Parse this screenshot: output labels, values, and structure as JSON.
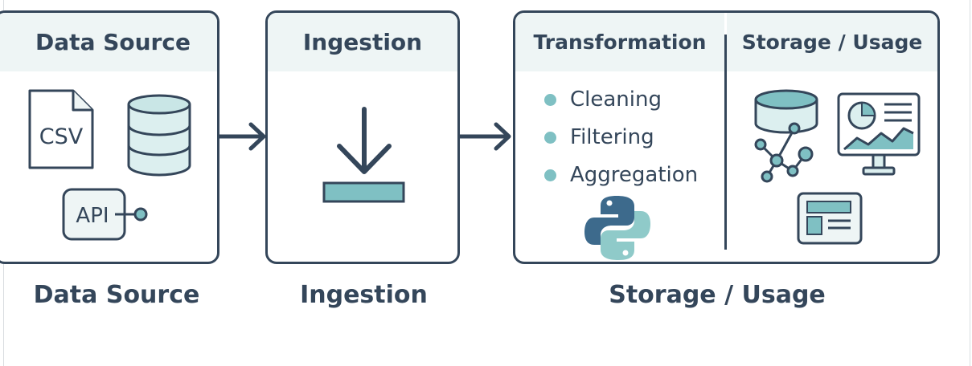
{
  "boxes": {
    "data_source": {
      "title": "Data Source",
      "icons": {
        "csv_label": "CSV",
        "api_label": "API"
      }
    },
    "ingestion": {
      "title": "Ingestion"
    },
    "processing": {
      "transformation_title": "Transformation",
      "transformation_steps": [
        "Cleaning",
        "Filtering",
        "Aggregation"
      ],
      "storage_title": "Storage / Usage"
    }
  },
  "bottom_labels": {
    "data_source": "Data Source",
    "ingestion": "Ingestion",
    "storage_usage": "Storage / Usage"
  },
  "colors": {
    "stroke": "#34465a",
    "accent_teal": "#7fc0c3",
    "header_bg": "#eef5f5",
    "icon_fill": "#dcefef",
    "python_blue": "#3d6a8c",
    "python_teal": "#8fcac9"
  },
  "icon_names": [
    "file-csv-icon",
    "database-icon",
    "api-icon",
    "download-icon",
    "python-logo-icon",
    "database-network-icon",
    "monitor-chart-icon",
    "dashboard-layout-icon",
    "arrow-right-icon"
  ]
}
